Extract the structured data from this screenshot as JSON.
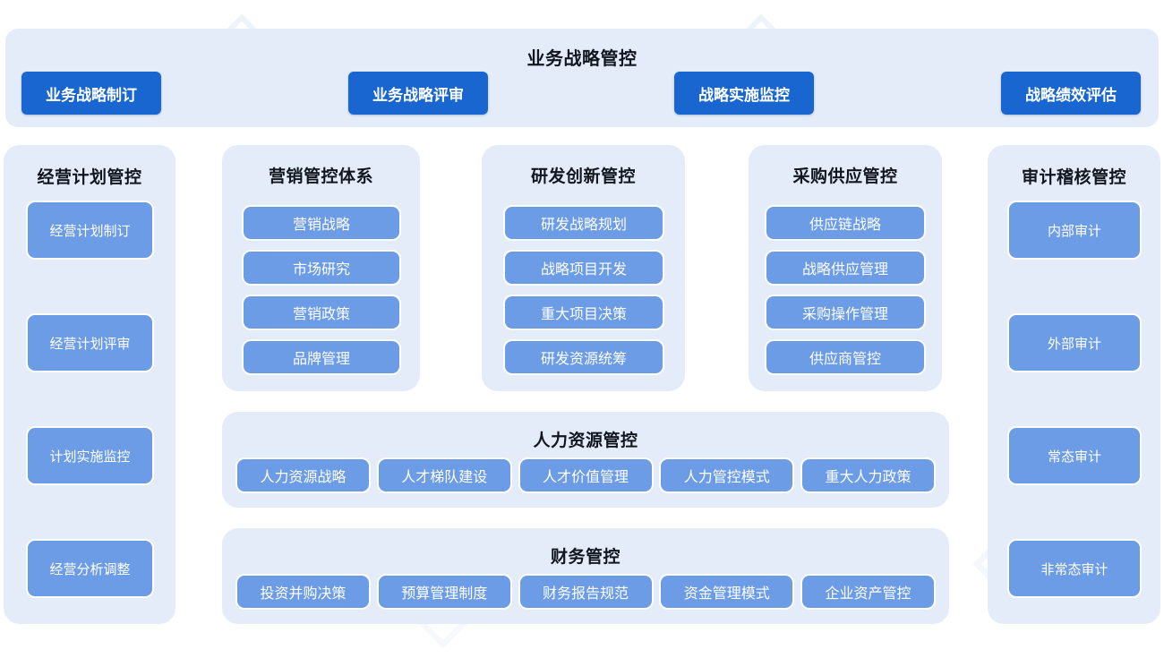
{
  "colors": {
    "page_bg": "#ffffff",
    "panel_bg": "#e3ecf8",
    "primary_button": "#1966d1",
    "soft_button": "#6c9ce6",
    "title_text": "#11161f",
    "button_text": "#ffffff"
  },
  "top_band": {
    "title": "业务战略管控",
    "buttons": [
      "业务战略制订",
      "业务战略评审",
      "战略实施监控",
      "战略绩效评估"
    ]
  },
  "columns": {
    "plan": {
      "title": "经营计划管控",
      "items": [
        "经营计划制订",
        "经营计划评审",
        "计划实施监控",
        "经营分析调整"
      ]
    },
    "marketing": {
      "title": "营销管控体系",
      "items": [
        "营销战略",
        "市场研究",
        "营销政策",
        "品牌管理"
      ]
    },
    "rnd": {
      "title": "研发创新管控",
      "items": [
        "研发战略规划",
        "战略项目开发",
        "重大项目决策",
        "研发资源统筹"
      ]
    },
    "purchase": {
      "title": "采购供应管控",
      "items": [
        "供应链战略",
        "战略供应管理",
        "采购操作管理",
        "供应商管控"
      ]
    },
    "audit": {
      "title": "审计稽核管控",
      "items": [
        "内部审计",
        "外部审计",
        "常态审计",
        "非常态审计"
      ]
    }
  },
  "wide_panels": {
    "hr": {
      "title": "人力资源管控",
      "items": [
        "人力资源战略",
        "人才梯队建设",
        "人才价值管理",
        "人力管控模式",
        "重大人力政策"
      ]
    },
    "finance": {
      "title": "财务管控",
      "items": [
        "投资并购决策",
        "预算管理制度",
        "财务报告规范",
        "资金管理模式",
        "企业资产管控"
      ]
    }
  }
}
